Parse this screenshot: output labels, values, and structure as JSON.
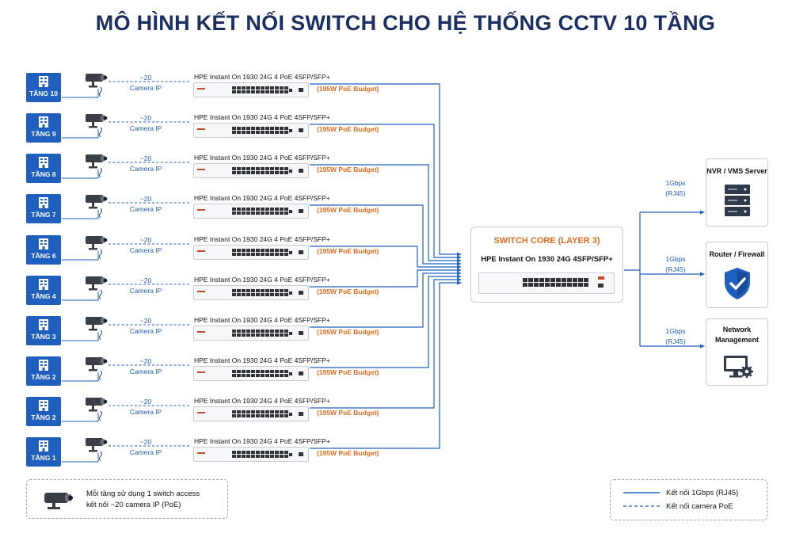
{
  "title": "MÔ HÌNH KẾT NỐI SWITCH CHO HỆ THỐNG CCTV 10 TẦNG",
  "floors": [
    {
      "label": "TẦNG 10",
      "camera_count": "~20",
      "camera_label": "Camera IP",
      "switch_model": "HPE Instant On 1930 24G 4 PoE 4SFP/SFP+",
      "poe_budget": "(195W PoE Budget)"
    },
    {
      "label": "TẦNG 9",
      "camera_count": "~20",
      "camera_label": "Camera IP",
      "switch_model": "HPE Instant On 1930 24G 4 PoE 4SFP/SFP+",
      "poe_budget": "(195W PoE Budget)"
    },
    {
      "label": "TẦNG 8",
      "camera_count": "~20",
      "camera_label": "Camera IP",
      "switch_model": "HPE Instant On 1930 24G 4 PoE 4SFP/SFP+",
      "poe_budget": "(195W PoE Budget)"
    },
    {
      "label": "TẦNG 7",
      "camera_count": "~20",
      "camera_label": "Camera IP",
      "switch_model": "HPE Instant On 1930 24G 4 PoE 4SFP/SFP+",
      "poe_budget": "(195W PoE Budget)"
    },
    {
      "label": "TẦNG 6",
      "camera_count": "~20",
      "camera_label": "Camera IP",
      "switch_model": "HPE Instant On 1930 24G 4 PoE 4SFP/SFP+",
      "poe_budget": "(195W PoE Budget)"
    },
    {
      "label": "TẦNG 4",
      "camera_count": "~20",
      "camera_label": "Camera IP",
      "switch_model": "HPE Instant On 1930 24G 4 PoE 4SFP/SFP+",
      "poe_budget": "(195W PoE Budget)"
    },
    {
      "label": "TẦNG 3",
      "camera_count": "~20",
      "camera_label": "Camera IP",
      "switch_model": "HPE Instant On 1930 24G 4 PoE 4SFP/SFP+",
      "poe_budget": "(195W PoE Budget)"
    },
    {
      "label": "TẦNG 2",
      "camera_count": "~20",
      "camera_label": "Camera IP",
      "switch_model": "HPE Instant On 1930 24G 4 PoE 4SFP/SFP+",
      "poe_budget": "(195W PoE Budget)"
    },
    {
      "label": "TẦNG 2",
      "camera_count": "~20",
      "camera_label": "Camera IP",
      "switch_model": "HPE Instant On 1930 24G 4 PoE 4SFP/SFP+",
      "poe_budget": "(195W PoE Budget)"
    },
    {
      "label": "TẦNG 1",
      "camera_count": "~20",
      "camera_label": "Camera IP",
      "switch_model": "HPE Instant On 1930 24G 4 PoE 4SFP/SFP+",
      "poe_budget": "(195W PoE Budget)"
    }
  ],
  "core": {
    "title": "SWITCH CORE (LAYER 3)",
    "model": "HPE Instant On 1930 24G 4SFP/SFP+"
  },
  "devices": [
    {
      "name": "NVR / VMS Server",
      "name_line2": "",
      "icon": "server-icon",
      "link_speed": "1Gbps",
      "link_type": "(RJ45)"
    },
    {
      "name": "Router / Firewall",
      "name_line2": "",
      "icon": "shield-icon",
      "link_speed": "1Gbps",
      "link_type": "(RJ45)"
    },
    {
      "name": "Network",
      "name_line2": "Management",
      "icon": "monitor-gear-icon",
      "link_speed": "1Gbps",
      "link_type": "(RJ45)"
    }
  ],
  "note": {
    "line1": "Mỗi tầng sử dụng 1 switch access",
    "line2": "kết nối ~20 camera IP (PoE)"
  },
  "legend": {
    "solid_label": "Kết nối 1Gbps (RJ45)",
    "dashed_label": "Kết nối camera PoE"
  },
  "colors": {
    "primary": "#1f5fbf",
    "accent": "#e06b1f",
    "title": "#1c2f63"
  }
}
